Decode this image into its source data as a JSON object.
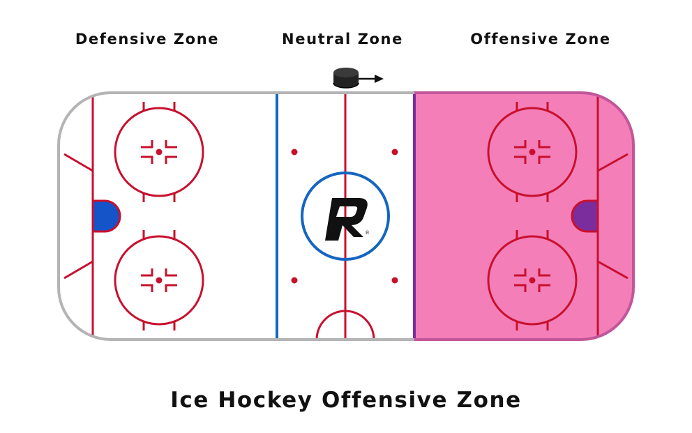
{
  "zones": {
    "defensive": "Defensive Zone",
    "neutral": "Neutral Zone",
    "offensive": "Offensive Zone"
  },
  "title": "Ice Hockey Offensive Zone",
  "logo_letter": "R",
  "logo_mark": "®",
  "colors": {
    "board": "#b4b4b4",
    "red_line": "#c8102e",
    "blue_line": "#1565c0",
    "offensive_fill": "#f47eb8",
    "offensive_border": "#c2569a",
    "offensive_blue_line": "#7b2d9e",
    "defensive_crease": "#1554c8",
    "offensive_crease": "#7b2d9e",
    "puck": "#222222"
  },
  "icons": {
    "puck": "hockey-puck-icon",
    "arrow": "arrow-right-icon",
    "logo": "r-logo-icon"
  }
}
